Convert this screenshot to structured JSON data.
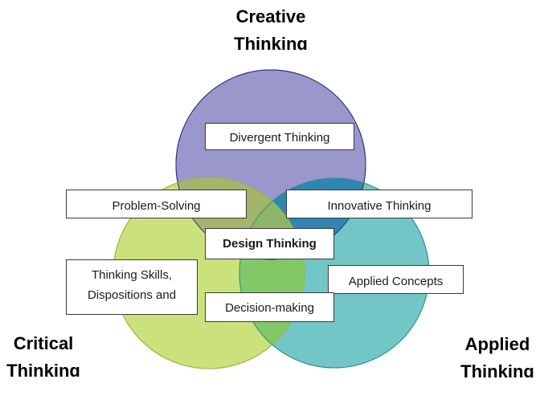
{
  "headings": {
    "creative": [
      "Creative",
      "Thinking"
    ],
    "critical": [
      "Critical",
      "Thinking"
    ],
    "applied": [
      "Applied",
      "Thinking"
    ]
  },
  "boxes": {
    "divergent": "Divergent Thinking",
    "problem_solving": "Problem-Solving",
    "innovative": "Innovative Thinking",
    "design": "Design Thinking",
    "skills": [
      "Thinking Skills,",
      "Dispositions and"
    ],
    "applied_concepts": "Applied Concepts",
    "decision": "Decision-making"
  },
  "colors": {
    "creative_circle": "#9a97cc",
    "creative_stroke": "#2f2f78",
    "critical_circle": "#cbe27c",
    "critical_stroke": "#9ab641",
    "applied_circle": "#72c6c5",
    "applied_stroke": "#2a8f95",
    "overlap_creative_critical": "#a4b46a",
    "overlap_creative_applied": "#2f86b2",
    "overlap_critical_applied": "#83c866",
    "overlap_center": "#8db467"
  }
}
